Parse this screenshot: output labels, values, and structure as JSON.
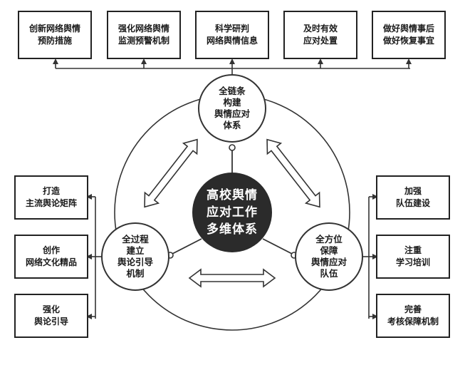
{
  "top_boxes": [
    {
      "text": "创新网络舆情\n预防措施"
    },
    {
      "text": "强化网络舆情\n监测预警机制"
    },
    {
      "text": "科学研判\n网络舆情信息"
    },
    {
      "text": "及时有效\n应对处置"
    },
    {
      "text": "做好舆情事后\n做好恢复事宜"
    }
  ],
  "left_boxes": [
    {
      "text": "打造\n主流舆论矩阵"
    },
    {
      "text": "创作\n网络文化精品"
    },
    {
      "text": "强化\n舆论引导"
    }
  ],
  "right_boxes": [
    {
      "text": "加强\n队伍建设"
    },
    {
      "text": "注重\n学习培训"
    },
    {
      "text": "完善\n考核保障机制"
    }
  ],
  "center": {
    "text": "高校舆情\n应对工作\n多维体系"
  },
  "nodes": {
    "top": "全链条\n构建\n舆情应对\n体系",
    "left": "全过程\n建立\n舆论引导\n机制",
    "right": "全方位\n保障\n舆情应对\n队伍"
  },
  "colors": {
    "center_fill": "#2b2b2b",
    "center_text": "#ffffff",
    "line": "#333333"
  }
}
